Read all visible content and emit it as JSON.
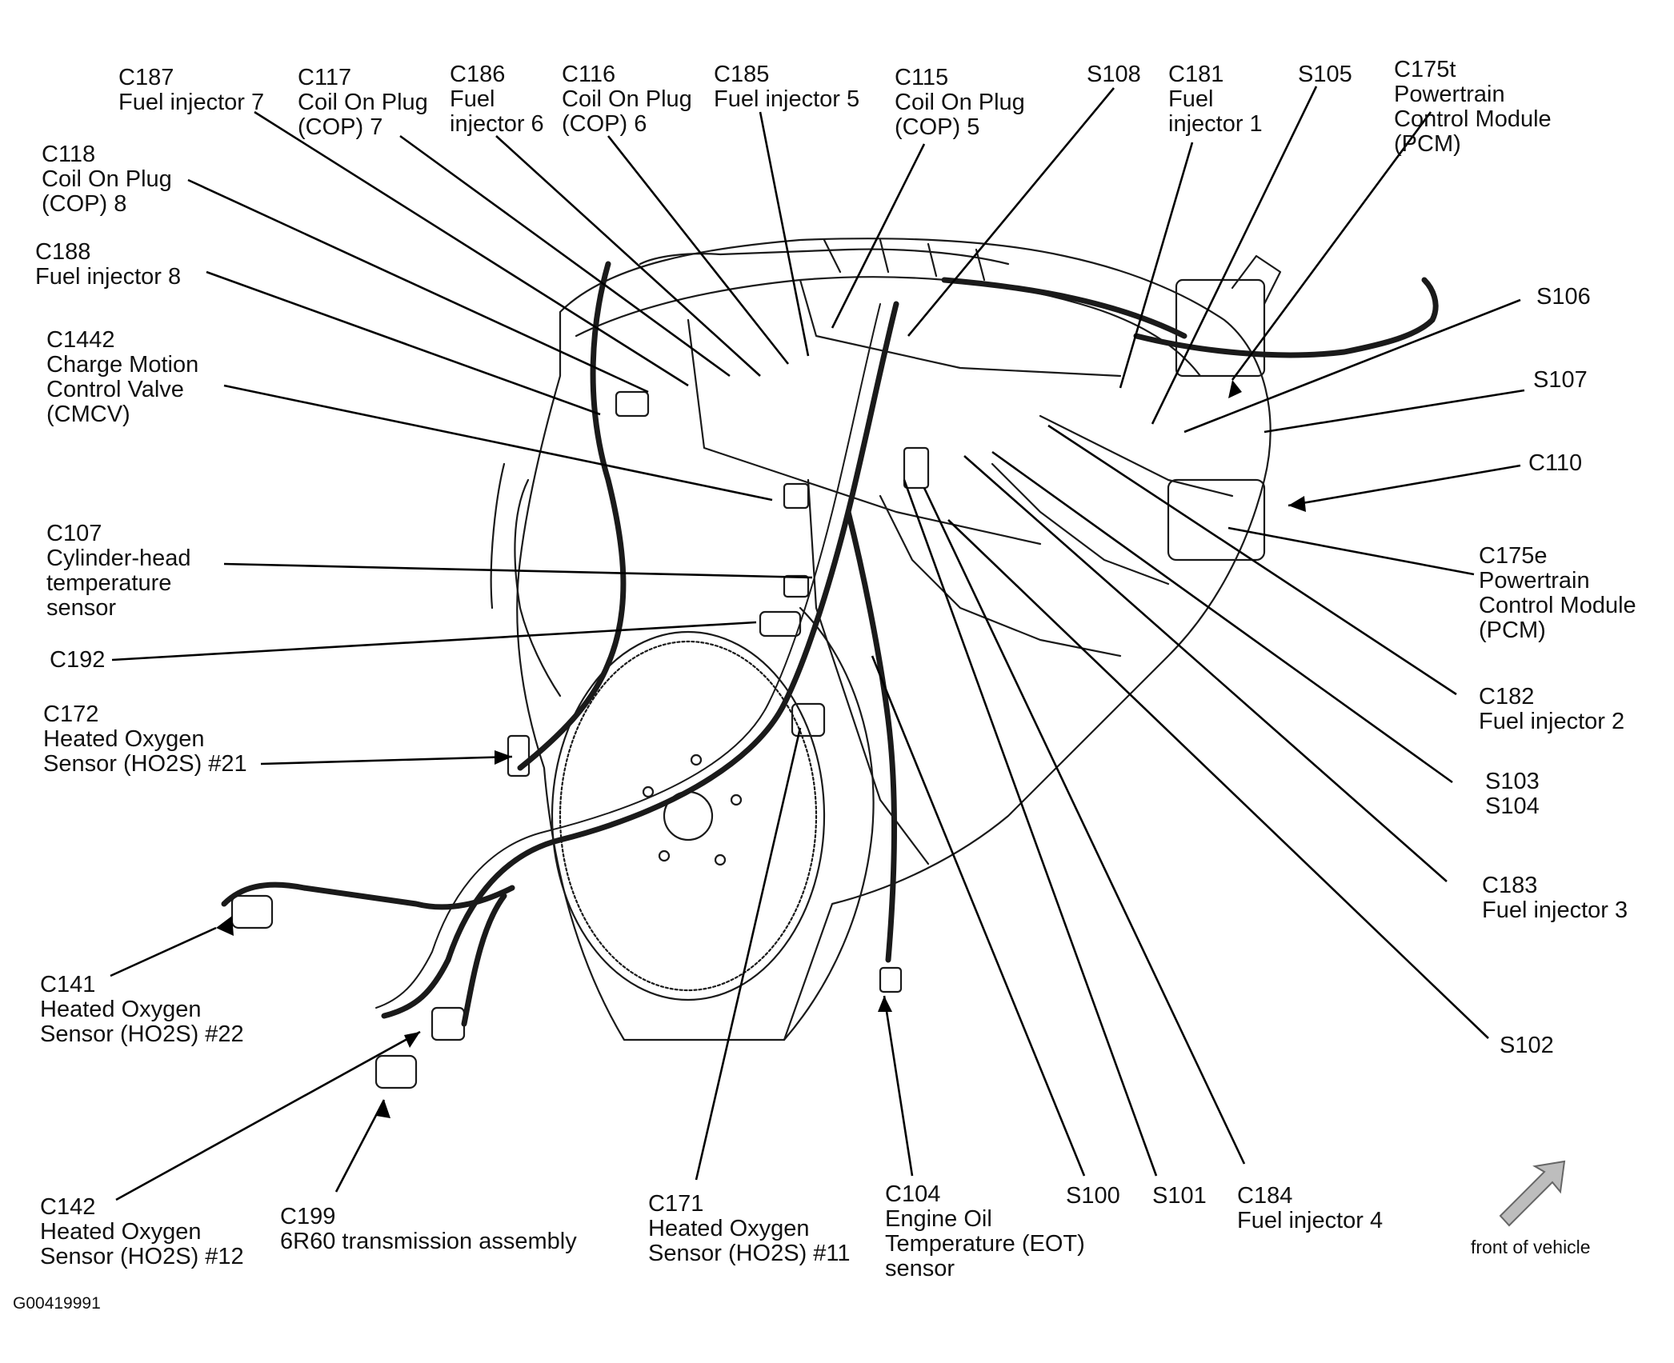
{
  "figure_id": "G00419991",
  "orientation_note": "front of vehicle",
  "callouts": {
    "c187": [
      "C187",
      "Fuel injector 7"
    ],
    "c117": [
      "C117",
      "Coil On Plug",
      "(COP) 7"
    ],
    "c186": [
      "C186",
      "Fuel",
      "injector 6"
    ],
    "c116": [
      "C116",
      "Coil On Plug",
      "(COP) 6"
    ],
    "c185": [
      "C185",
      "Fuel injector 5"
    ],
    "c115": [
      "C115",
      "Coil On Plug",
      "(COP) 5"
    ],
    "s108": [
      "S108"
    ],
    "c181": [
      "C181",
      "Fuel",
      "injector 1"
    ],
    "s105": [
      "S105"
    ],
    "c175t": [
      "C175t",
      "Powertrain",
      "Control Module",
      "(PCM)"
    ],
    "c118": [
      "C118",
      "Coil On Plug",
      "(COP) 8"
    ],
    "c188": [
      "C188",
      "Fuel injector 8"
    ],
    "c1442": [
      "C1442",
      "Charge Motion",
      "Control Valve",
      "(CMCV)"
    ],
    "c107": [
      "C107",
      "Cylinder-head",
      "temperature",
      "sensor"
    ],
    "c192": [
      "C192"
    ],
    "c172": [
      "C172",
      "Heated Oxygen",
      "Sensor (HO2S) #21"
    ],
    "c141": [
      "C141",
      "Heated Oxygen",
      "Sensor (HO2S) #22"
    ],
    "c142": [
      "C142",
      "Heated Oxygen",
      "Sensor (HO2S) #12"
    ],
    "c199": [
      "C199",
      "6R60 transmission assembly"
    ],
    "c171": [
      "C171",
      "Heated Oxygen",
      "Sensor (HO2S) #11"
    ],
    "c104": [
      "C104",
      "Engine Oil",
      "Temperature (EOT)",
      "sensor"
    ],
    "s100": [
      "S100"
    ],
    "s101": [
      "S101"
    ],
    "c184": [
      "C184",
      "Fuel injector 4"
    ],
    "s106": [
      "S106"
    ],
    "s107": [
      "S107"
    ],
    "c110": [
      "C110"
    ],
    "c175e": [
      "C175e",
      "Powertrain",
      "Control Module",
      "(PCM)"
    ],
    "c182": [
      "C182",
      "Fuel injector 2"
    ],
    "s103": [
      "S103",
      "S104"
    ],
    "c183": [
      "C183",
      "Fuel injector 3"
    ],
    "s102": [
      "S102"
    ]
  }
}
